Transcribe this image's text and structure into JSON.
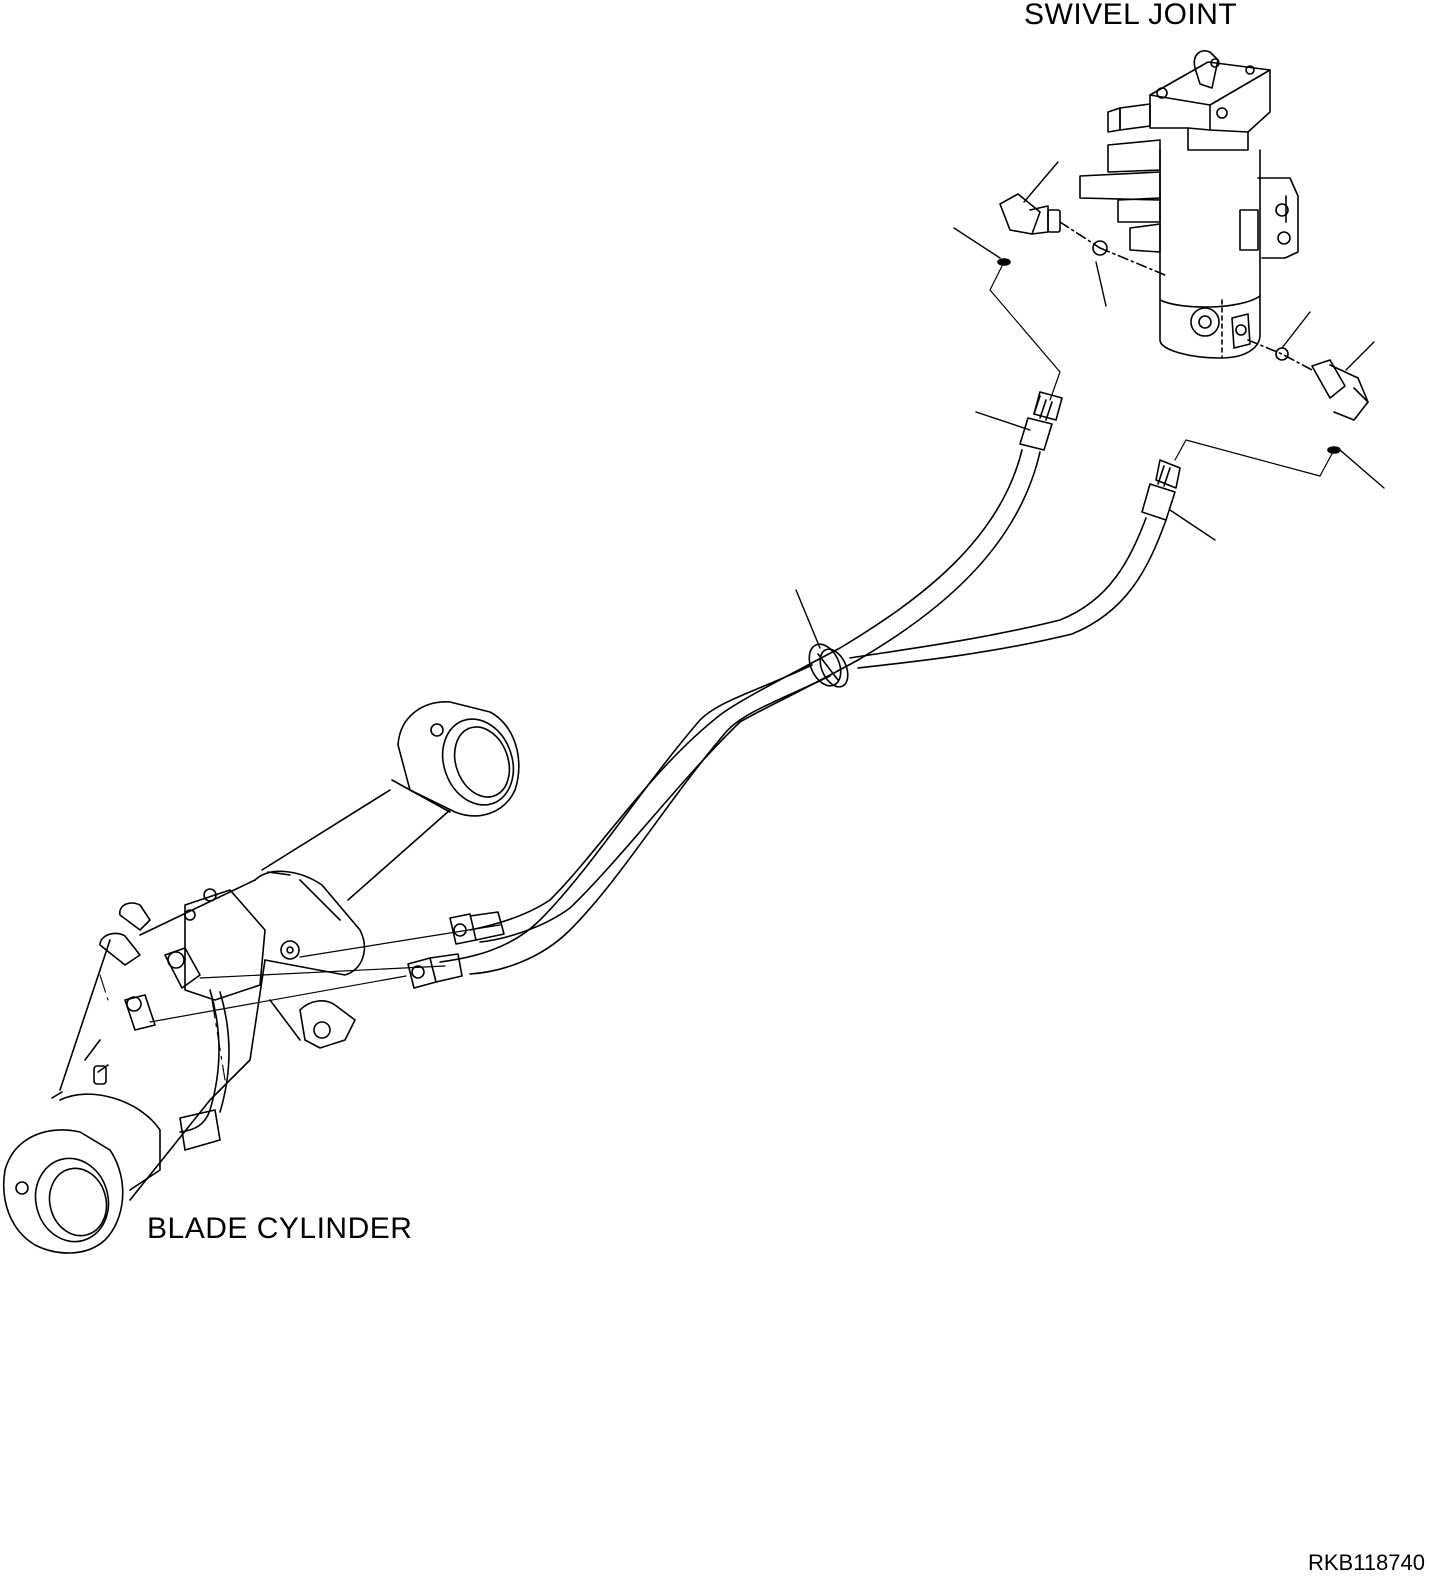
{
  "labels": {
    "swivel_joint": "SWIVEL JOINT",
    "blade_cylinder": "BLADE CYLINDER",
    "drawing_code": "RKB118740"
  },
  "colors": {
    "line": "#000000",
    "background": "#ffffff"
  }
}
